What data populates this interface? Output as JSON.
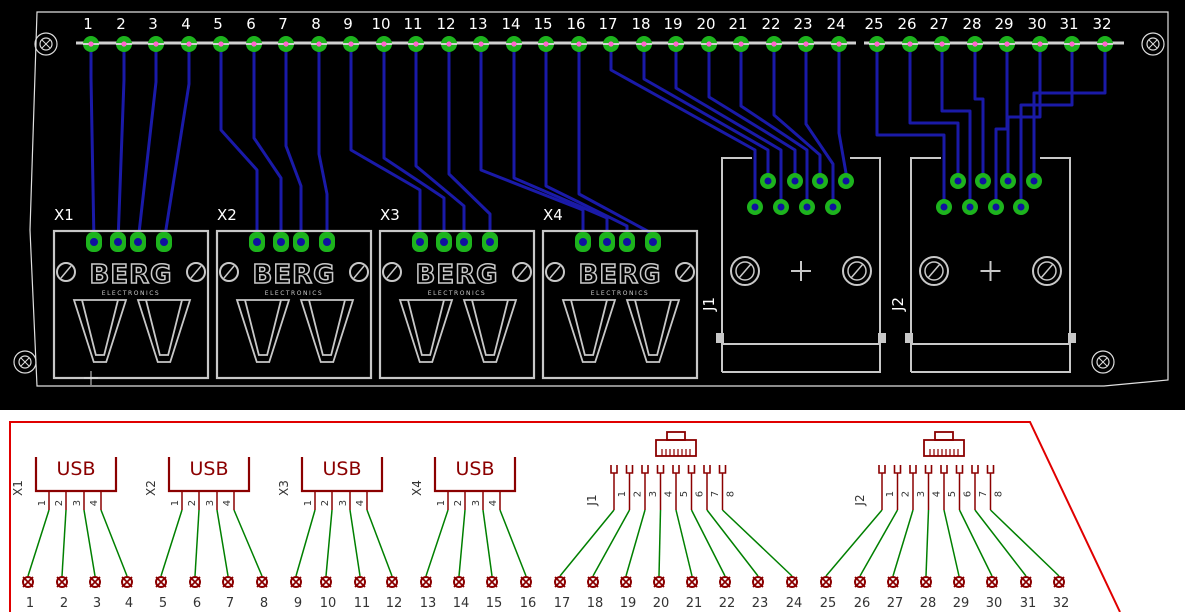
{
  "pcb": {
    "header_pin_labels": [
      "1",
      "2",
      "3",
      "4",
      "5",
      "6",
      "7",
      "8",
      "9",
      "10",
      "11",
      "12",
      "13",
      "14",
      "15",
      "16",
      "17",
      "18",
      "19",
      "20",
      "21",
      "22",
      "23",
      "24",
      "25",
      "26",
      "27",
      "28",
      "29",
      "30",
      "31",
      "32"
    ],
    "usb_refs": [
      "X1",
      "X2",
      "X3",
      "X4"
    ],
    "usb_brand": "BERG",
    "usb_brand_sub": "ELECTRONICS",
    "rj_refs": [
      "J1",
      "J2"
    ],
    "colors": {
      "board": "#000000",
      "outline": "#ffffff",
      "silk": "#c8c8c8",
      "copper": "#1a1aa8",
      "pad": "#1db31d",
      "drill": "#1010a0"
    }
  },
  "schematic": {
    "usb_label": "USB",
    "usb_refs": [
      "X1",
      "X2",
      "X3",
      "X4"
    ],
    "usb_pins": [
      "1",
      "2",
      "3",
      "4"
    ],
    "rj_refs": [
      "J1",
      "J2"
    ],
    "rj_pins": [
      "1",
      "2",
      "3",
      "4",
      "5",
      "6",
      "7",
      "8"
    ],
    "terminal_labels": [
      "1",
      "2",
      "3",
      "4",
      "5",
      "6",
      "7",
      "8",
      "9",
      "10",
      "11",
      "12",
      "13",
      "14",
      "15",
      "16",
      "17",
      "18",
      "19",
      "20",
      "21",
      "22",
      "23",
      "24",
      "25",
      "26",
      "27",
      "28",
      "29",
      "30",
      "31",
      "32"
    ],
    "colors": {
      "frame": "#e00000",
      "symbol": "#8b0000",
      "net": "#008000",
      "text": "#333333"
    }
  }
}
